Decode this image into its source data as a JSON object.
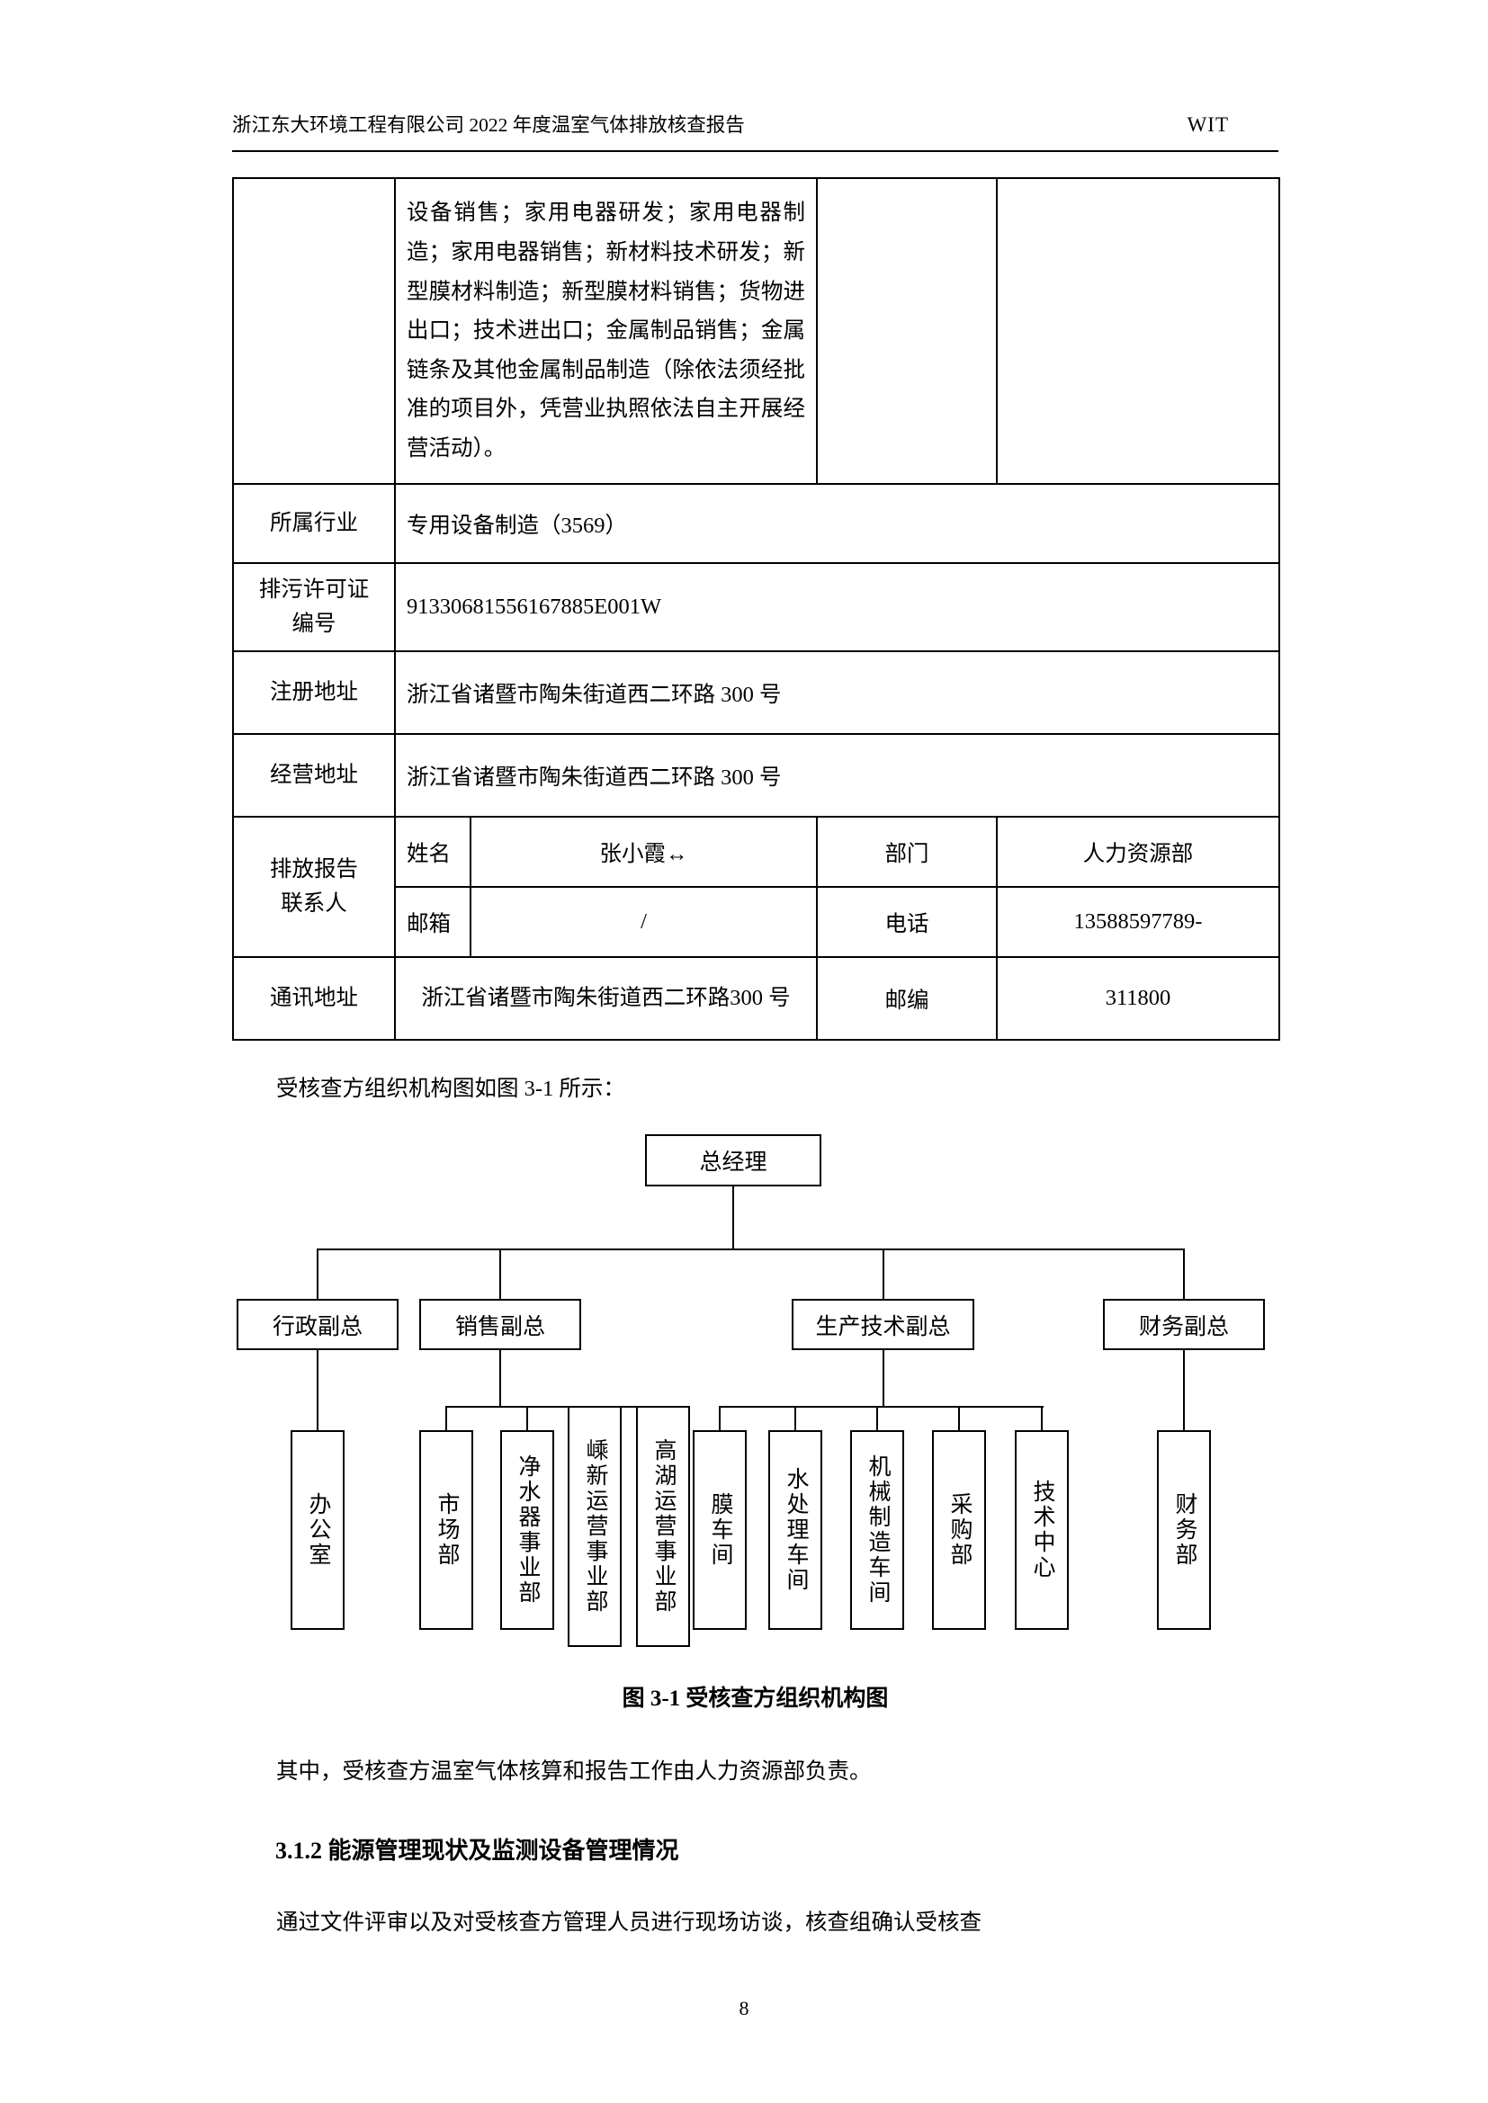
{
  "header": {
    "left": "浙江东大环境工程有限公司 2022 年度温室气体排放核查报告",
    "right": "WIT"
  },
  "table": {
    "business_scope_continued": "设备销售；家用电器研发；家用电器制造；家用电器销售；新材料技术研发；新型膜材料制造；新型膜材料销售；货物进出口；技术进出口；金属制品销售；金属链条及其他金属制品制造（除依法须经批准的项目外，凭营业执照依法自主开展经营活动）。",
    "industry": {
      "label": "所属行业",
      "value": "专用设备制造（3569）"
    },
    "permit": {
      "label": "排污许可证\n编号",
      "value": "91330681556167885E001W"
    },
    "registered_address": {
      "label": "注册地址",
      "value": "浙江省诸暨市陶朱街道西二环路 300 号"
    },
    "business_address": {
      "label": "经营地址",
      "value": "浙江省诸暨市陶朱街道西二环路 300 号"
    },
    "contact": {
      "label": "排放报告\n联系人",
      "name_label": "姓名",
      "name_value": "张小霞↔",
      "dept_label": "部门",
      "dept_value": "人力资源部",
      "email_label": "邮箱",
      "email_value": "/",
      "phone_label": "电话",
      "phone_value": "13588597789-"
    },
    "mailing": {
      "label": "通讯地址",
      "value": "浙江省诸暨市陶朱街道西二环路300 号",
      "zip_label": "邮编",
      "zip_value": "311800"
    }
  },
  "body": {
    "org_intro": "受核查方组织机构图如图 3-1 所示：",
    "figure_caption": "图 3-1 受核查方组织机构图",
    "responsibility": "其中，受核查方温室气体核算和报告工作由人力资源部负责。",
    "section_heading": "3.1.2 能源管理现状及监测设备管理情况",
    "paragraph": "通过文件评审以及对受核查方管理人员进行现场访谈，核查组确认受核查",
    "page_number": "8"
  },
  "org_chart": {
    "root": "总经理",
    "level2": [
      "行政副总",
      "销售副总",
      "生产技术副总",
      "财务副总"
    ],
    "level3": [
      "办公室",
      "市场部",
      "净水器事业部",
      "嵊新运营事业部",
      "高湖运营事业部",
      "膜车间",
      "水处理车间",
      "机械制造车间",
      "采购部",
      "技术中心",
      "财务部"
    ]
  }
}
